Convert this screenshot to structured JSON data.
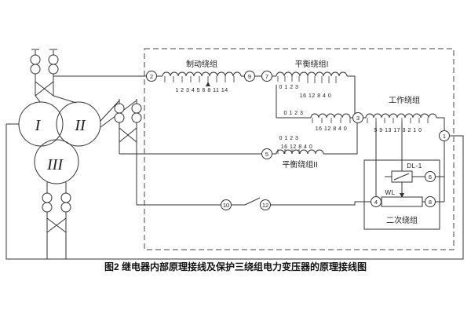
{
  "diagram": {
    "caption": "图2 继电器内部原理接线及保护三绕组电力变压器的原理接线图",
    "colors": {
      "ink": "#333333",
      "bg": "#ffffff"
    },
    "windings": {
      "i": "I",
      "ii": "II",
      "iii": "III"
    },
    "labels": {
      "braking": "制动绕组",
      "balance1": "平衡绕组I",
      "balance2": "平衡绕组II",
      "working": "工作绕组",
      "secondary": "二次绕组",
      "dl": "DL-1",
      "wl": "WL"
    },
    "taps": {
      "braking": "1 2 3 4 5 6 8 11 14",
      "balance1_a": "0 1 2 3",
      "balance1_b": "16 12 8 4 0",
      "mid_a": "0 1 2 3",
      "mid_b": "16 12 8 4 0",
      "balance2_a": "0 1 2 3",
      "balance2_b": "16 12 8 4 0",
      "working": "5 9 13 17 3 2 1 0"
    },
    "nodes": {
      "n1": "1",
      "n2": "2",
      "n3": "3",
      "n4": "4",
      "n5": "5",
      "n6": "6",
      "n7": "7",
      "n8": "8",
      "n9": "9",
      "n10": "10",
      "n12": "12"
    }
  }
}
